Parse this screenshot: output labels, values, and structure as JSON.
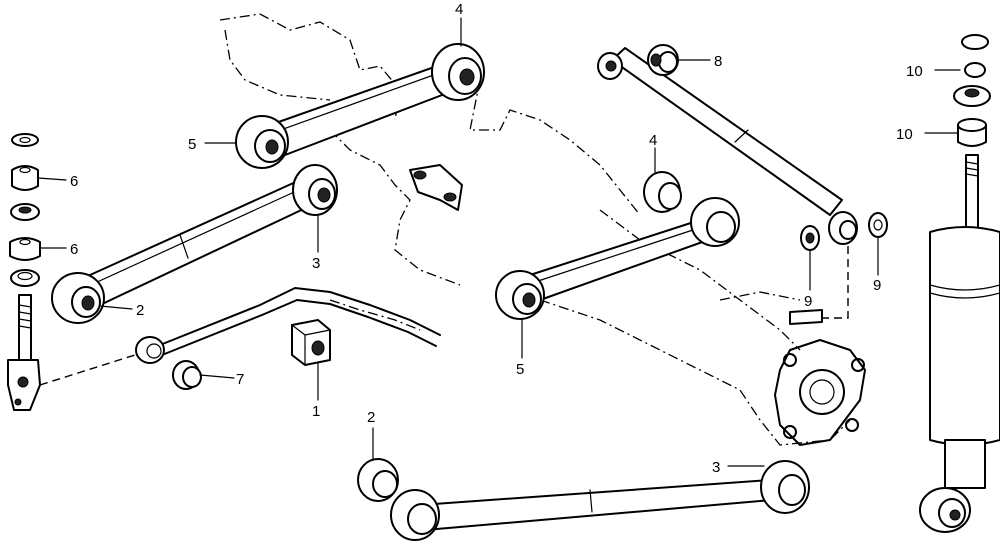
{
  "callouts": [
    "4",
    "5",
    "3",
    "2",
    "1",
    "7",
    "6",
    "6",
    "8",
    "4",
    "5",
    "9",
    "9",
    "10",
    "10",
    "2",
    "3"
  ]
}
